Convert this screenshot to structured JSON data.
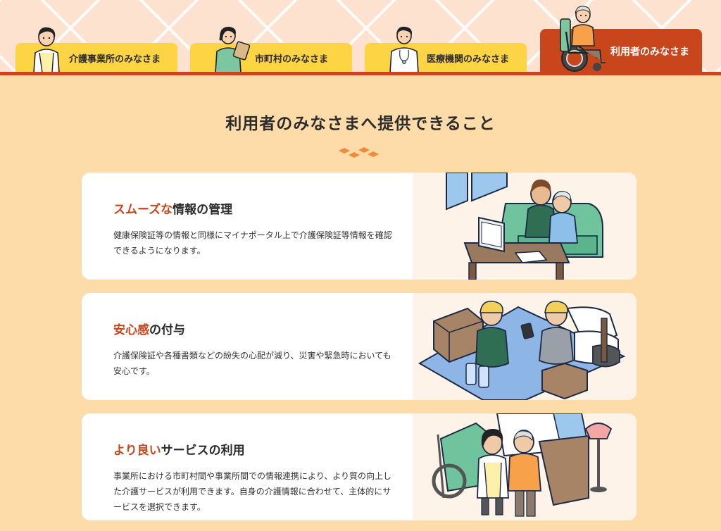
{
  "tabs": [
    {
      "label": "介護事業所のみなさま",
      "active": false
    },
    {
      "label": "市町村のみなさま",
      "active": false
    },
    {
      "label": "医療機関のみなさま",
      "active": false
    },
    {
      "label": "利用者のみなさま",
      "active": true
    }
  ],
  "section": {
    "title": "利用者のみなさまへ提供できること"
  },
  "cards": [
    {
      "heading_accent": "スムーズな",
      "heading_rest": "情報の管理",
      "body": "健康保険証等の情報と同様にマイナポータル上で介護保険証等情報を確認できるようになります。"
    },
    {
      "heading_accent": "安心感",
      "heading_rest": "の付与",
      "body": "介護保険証や各種書類などの紛失の心配が減り、災害や緊急時においても安心です。"
    },
    {
      "heading_accent": "より良い",
      "heading_rest": "サービスの利用",
      "body": "事業所における市町村間や事業所間での情報連携により、より質の向上した介護サービスが利用できます。自身の介護情報に合わせて、主体的にサービスを選択できます。"
    }
  ],
  "colors": {
    "accent": "#c9461c",
    "tab_yellow": "#fdd444",
    "page_bg": "#fddcaa"
  },
  "icons": {
    "ornament": "orange-diamonds-icon",
    "tab_people": [
      "care-worker-icon",
      "municipal-staff-icon",
      "doctor-icon",
      "wheelchair-user-icon"
    ]
  }
}
